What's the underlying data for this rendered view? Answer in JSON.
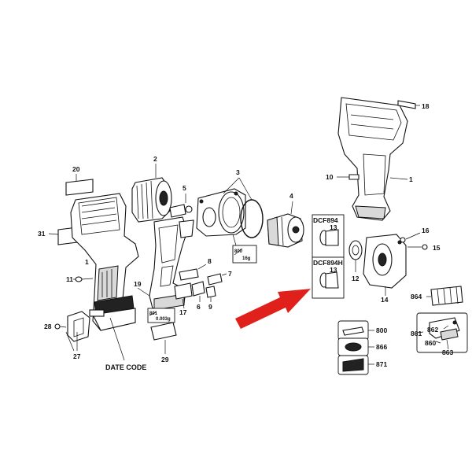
{
  "diagram": {
    "part_labels": {
      "p1a": "1",
      "p1b": "1",
      "p2": "2",
      "p3": "3",
      "p4": "4",
      "p5": "5",
      "p6": "6",
      "p7": "7",
      "p8": "8",
      "p9": "9",
      "p10": "10",
      "p11": "11",
      "p12": "12",
      "p13a": "13",
      "p13b": "13",
      "p14": "14",
      "p15": "15",
      "p16": "16",
      "p17": "17",
      "p18": "18",
      "p19": "19",
      "p20": "20",
      "p27": "27",
      "p28": "28",
      "p29": "29",
      "p31": "31",
      "p800": "800",
      "p860": "860",
      "p861": "861",
      "p862": "862",
      "p863": "863",
      "p864": "864",
      "p866": "866",
      "p871": "871"
    },
    "model_boxes": {
      "top": "DCF894",
      "bottom": "DCF894H"
    },
    "date_code": "DATE CODE",
    "grease": {
      "g800_code": "800",
      "g800_amount": "16g",
      "g801_code": "801",
      "g801_amount": "0.003g"
    },
    "accent_color": "#e0201b"
  }
}
